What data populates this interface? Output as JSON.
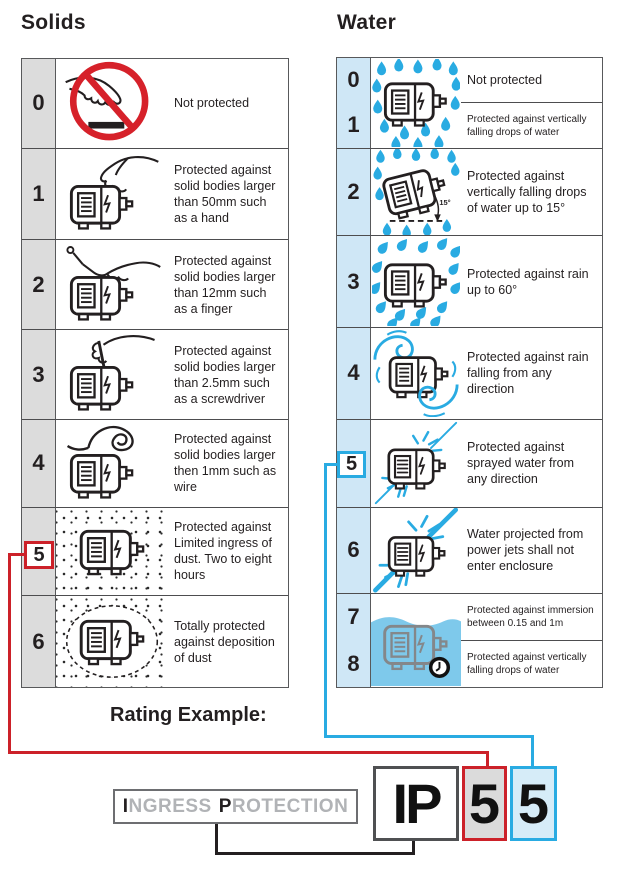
{
  "headings": {
    "solids": "Solids",
    "water": "Water",
    "rating_example": "Rating Example:"
  },
  "colors": {
    "accent_red": "#cc2129",
    "accent_blue": "#29abe2",
    "text": "#231f20",
    "solids_column_bg": "#dcdcdc",
    "water_column_bg": "#cfe7f6",
    "water_fill": "#7ec9eb",
    "ip_red_cell_bg": "#dbdbdb",
    "ip_blue_cell_bg": "#d6ecf8"
  },
  "solids": {
    "rows": [
      {
        "num": "0",
        "icon": "no-entry-hand-icon",
        "text": "Not protected"
      },
      {
        "num": "1",
        "icon": "hand-motor-icon",
        "text": "Protected against solid bodies larger than 50mm such as a hand"
      },
      {
        "num": "2",
        "icon": "finger-motor-icon",
        "text": "Protected against solid bodies larger than 12mm such as a finger"
      },
      {
        "num": "3",
        "icon": "screwdriver-motor-icon",
        "text": "Protected against solid bodies larger than 2.5mm such as a screwdriver"
      },
      {
        "num": "4",
        "icon": "wire-motor-icon",
        "text": "Protected against solid bodies larger then 1mm such as wire"
      },
      {
        "num": "5",
        "icon": "dust-motor-icon",
        "highlight": "red",
        "text": "Protected against Limited ingress of dust. Two to eight hours"
      },
      {
        "num": "6",
        "icon": "dust-sealed-motor-icon",
        "text": "Totally protected against deposition of dust"
      }
    ]
  },
  "water": {
    "rows": [
      {
        "nums": [
          "0",
          "1"
        ],
        "icon": "motor-vertical-rain-icon",
        "texts": [
          "Not protected",
          "Protected against vertically falling drops of water"
        ]
      },
      {
        "num": "2",
        "icon": "tilted-motor-rain-icon",
        "angle_label": "15°",
        "text": "Protected against vertically falling drops of water up to 15°"
      },
      {
        "num": "3",
        "icon": "motor-slanted-rain-icon",
        "text": "Protected against rain up to 60°"
      },
      {
        "num": "4",
        "icon": "motor-swirl-water-icon",
        "text": "Protected against rain falling from any direction"
      },
      {
        "num": "5",
        "icon": "motor-sprayed-water-icon",
        "highlight": "blue",
        "text": "Protected against sprayed water from any direction"
      },
      {
        "num": "6",
        "icon": "motor-water-jets-icon",
        "text": "Water projected from power jets shall not enter enclosure"
      },
      {
        "nums": [
          "7",
          "8"
        ],
        "icon": "motor-immersion-clock-icon",
        "texts": [
          "Protected against immersion between 0.15 and 1m",
          "Protected against vertically falling drops of water"
        ]
      }
    ]
  },
  "example": {
    "ingress": {
      "i": "I",
      "ngress": "NGRESS",
      "p": "P",
      "rotection": "ROTECTION"
    },
    "ip": "IP",
    "digit_solids": "5",
    "digit_water": "5"
  }
}
